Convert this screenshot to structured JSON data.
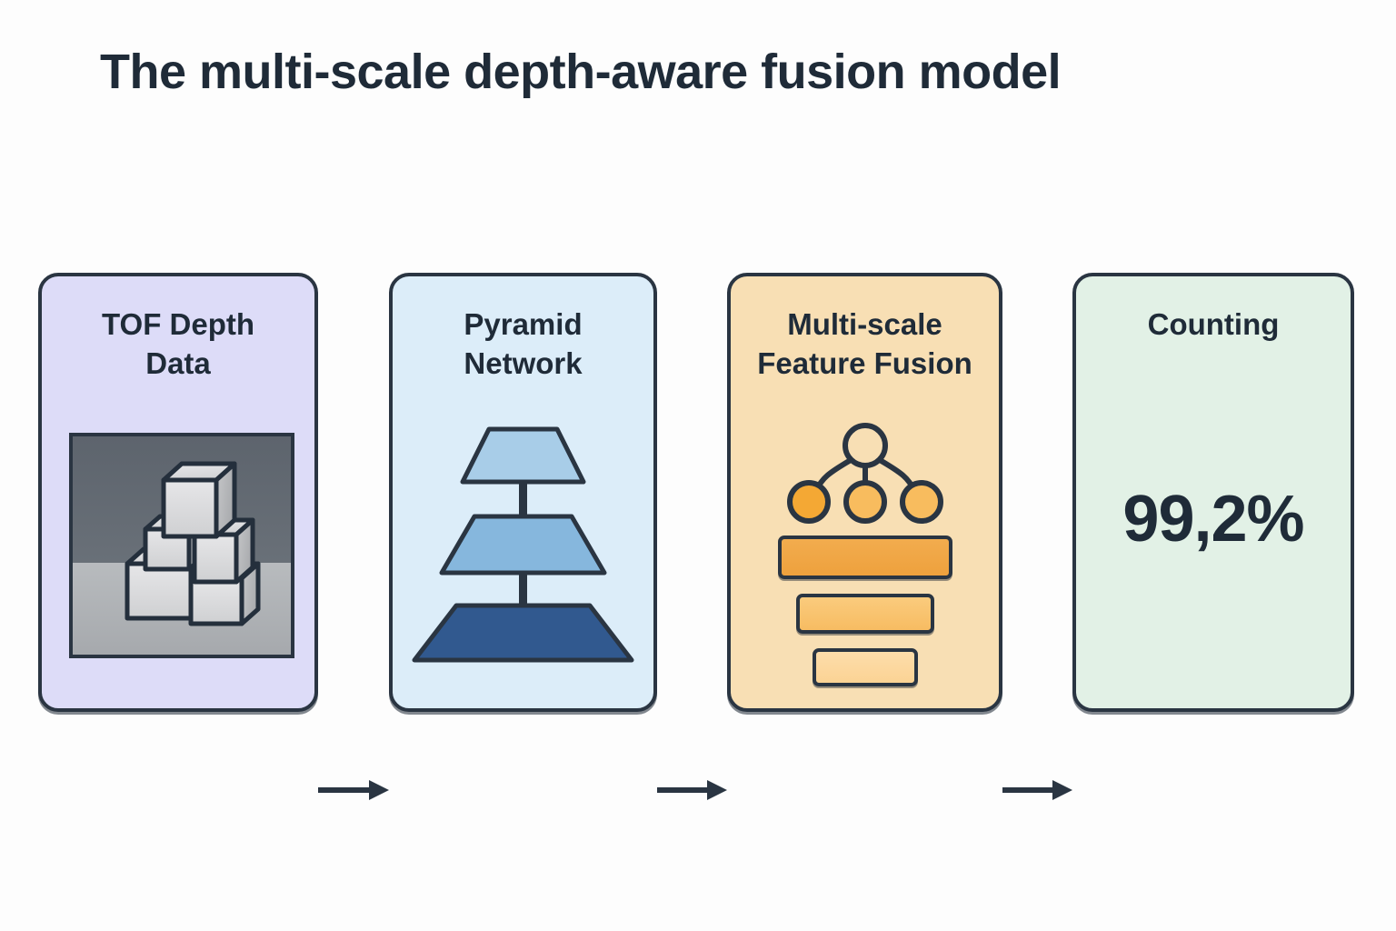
{
  "page": {
    "title": "The multi-scale depth-aware fusion model",
    "background_color": "#fdfdfd",
    "text_color": "#1f2b38",
    "outline_color": "#2a3542"
  },
  "pipeline": {
    "stages": [
      {
        "id": "tof-depth-data",
        "title": "TOF Depth\nData",
        "title_line1": "TOF Depth",
        "title_line2": "Data",
        "background_color": "#dddcf8",
        "graphic": "depth-cubes-image",
        "graphic_description": "grayscale depth map of five stacked boxes",
        "cube_count": 5
      },
      {
        "id": "pyramid-network",
        "title": "Pyramid\nNetwork",
        "title_line1": "Pyramid",
        "title_line2": "Network",
        "background_color": "#dcedf9",
        "graphic": "pyramid-levels",
        "levels": [
          {
            "index": 1,
            "label": "top",
            "color": "#a8cde8",
            "top_width": 78,
            "bottom_width": 150,
            "height": 58
          },
          {
            "index": 2,
            "label": "middle",
            "color": "#86b7dd",
            "top_width": 110,
            "bottom_width": 190,
            "height": 62
          },
          {
            "index": 3,
            "label": "bottom",
            "color": "#31598f",
            "top_width": 160,
            "bottom_width": 240,
            "height": 70
          }
        ]
      },
      {
        "id": "multi-scale-feature-fusion",
        "title": "Multi-scale\nFeature Fusion",
        "title_line1": "Multi-scale",
        "title_line2": "Feature Fusion",
        "background_color": "#f8dfb4",
        "graphic": "fusion-tree-and-bars",
        "tree": {
          "root": {
            "fill": "none",
            "radius": 22
          },
          "children": [
            {
              "position": "left",
              "fill": "#f4a834",
              "radius": 20
            },
            {
              "position": "center",
              "fill": "#f8bc5e",
              "radius": 20
            },
            {
              "position": "right",
              "fill": "#f8bc5e",
              "radius": 20
            }
          ]
        },
        "bars": [
          {
            "index": 1,
            "width": 192,
            "color": "#f0a544"
          },
          {
            "index": 2,
            "width": 152,
            "color": "#f8be68"
          },
          {
            "index": 3,
            "width": 116,
            "color": "#fbd596"
          }
        ]
      },
      {
        "id": "counting",
        "title": "Counting",
        "title_line1": "Counting",
        "title_line2": "",
        "background_color": "#e2f1e6",
        "value": "99,2%"
      }
    ],
    "arrows": [
      {
        "id": "arrow-1",
        "from": "tof-depth-data",
        "to": "pyramid-network",
        "direction": "right"
      },
      {
        "id": "arrow-2",
        "from": "pyramid-network",
        "to": "multi-scale-feature-fusion",
        "direction": "right"
      },
      {
        "id": "arrow-3",
        "from": "multi-scale-feature-fusion",
        "to": "counting",
        "direction": "right"
      }
    ]
  }
}
